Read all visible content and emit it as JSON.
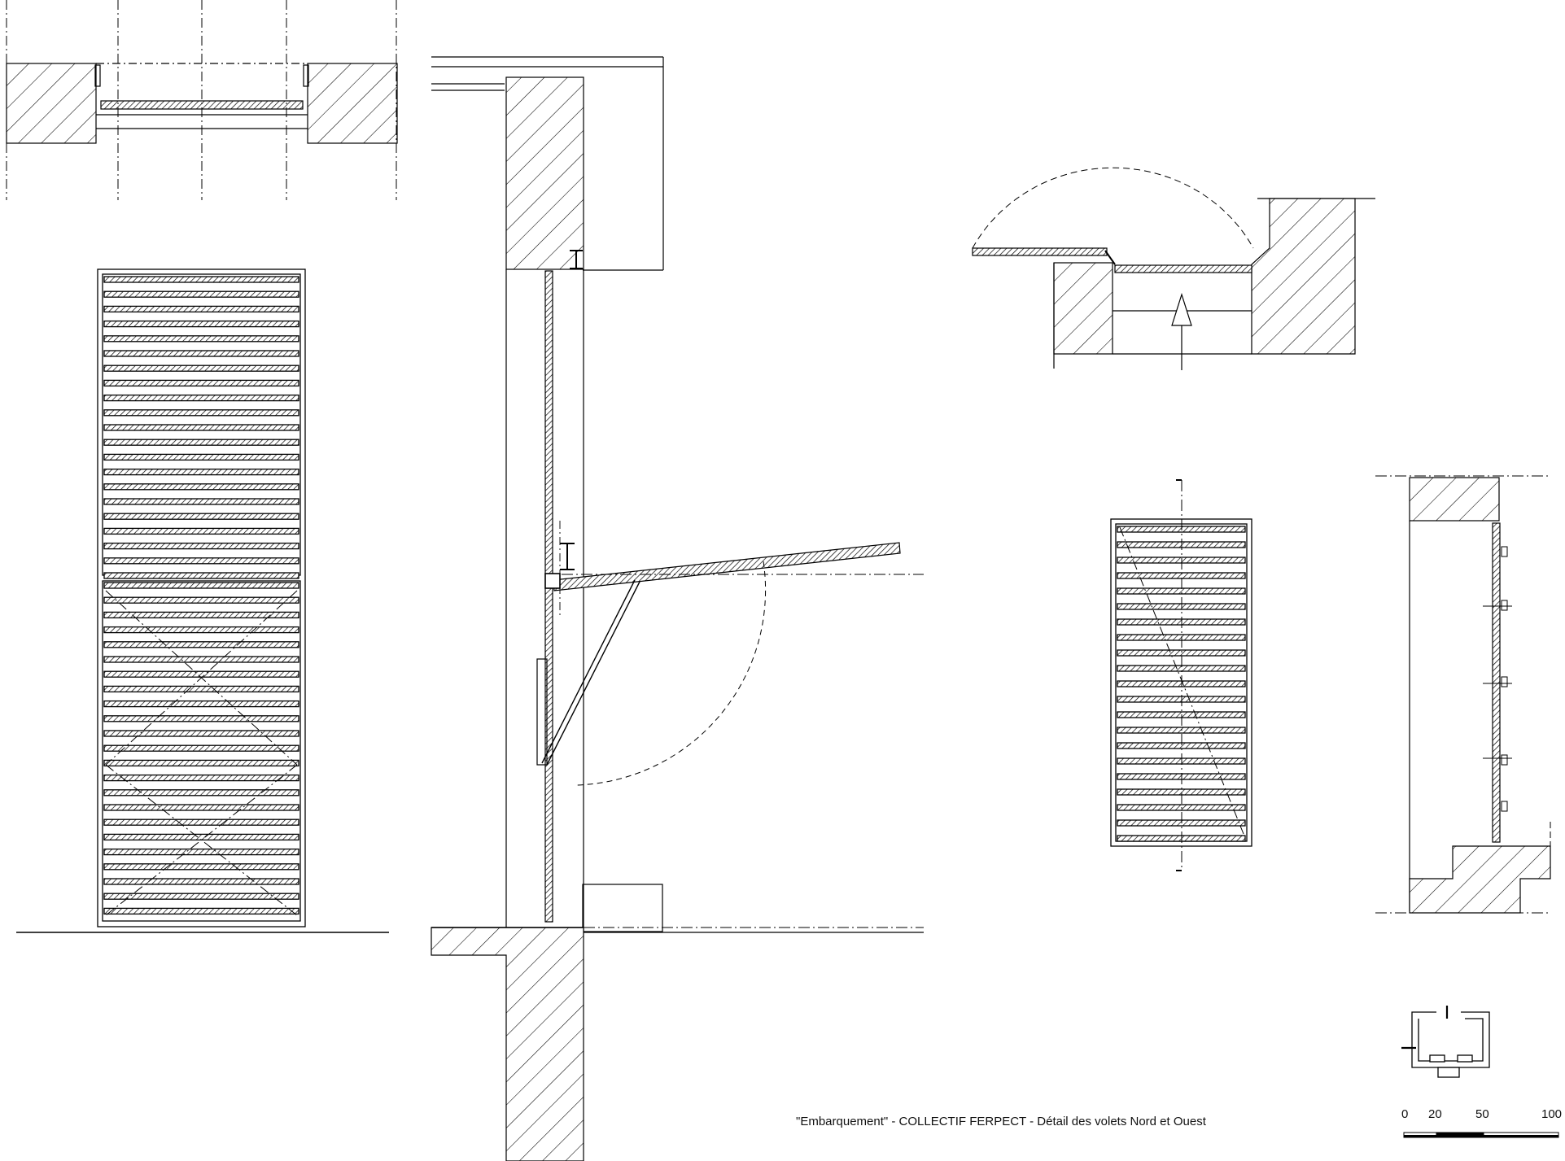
{
  "caption": "\"Embarquement\" - COLLECTIF FERPECT - Détail des volets Nord et Ouest",
  "scale_bar": {
    "labels": [
      "0",
      "20",
      "50",
      "100"
    ]
  },
  "colors": {
    "line": "#000000",
    "paper": "#ffffff"
  }
}
